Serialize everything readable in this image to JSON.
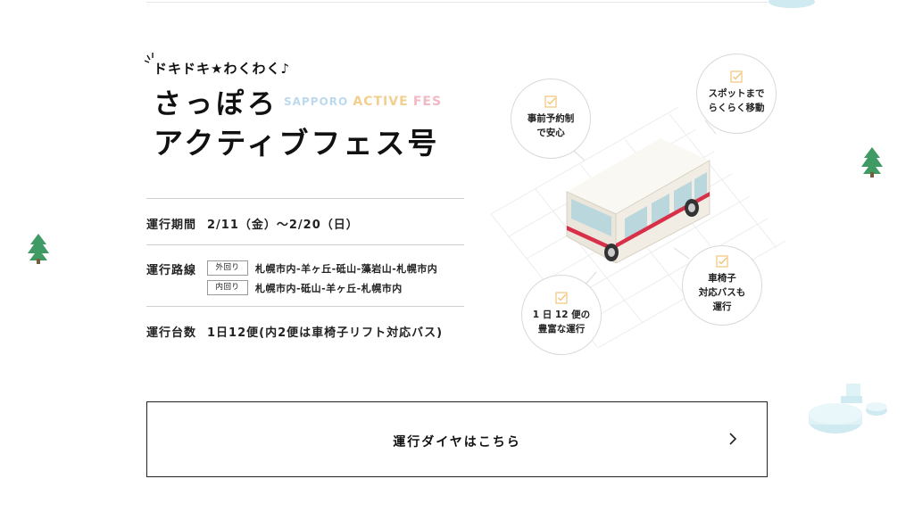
{
  "hero": {
    "tagline": "ドキドキ★わくわく♪",
    "title_line1": "さっぽろ",
    "brand_part1": "SAPPORO",
    "brand_part2": "ACTIVE",
    "brand_part3": "FES",
    "title_line2": "アクティブフェス号"
  },
  "info": {
    "period": {
      "label": "運行期間",
      "value": "2/11（金）～2/20（日）"
    },
    "route": {
      "label": "運行路線",
      "outer": {
        "tag": "外回り",
        "value": "札幌市内-羊ヶ丘-砥山-藻岩山-札幌市内"
      },
      "inner": {
        "tag": "内回り",
        "value": "札幌市内-砥山-羊ヶ丘-札幌市内"
      }
    },
    "buses": {
      "label": "運行台数",
      "value": "1日12便(内2便は車椅子リフト対応バス)"
    }
  },
  "features": [
    {
      "text": "事前予約制\nで安心"
    },
    {
      "text": "スポットまで\nらくらく移動"
    },
    {
      "text": "車椅子\n対応バスも\n運行"
    },
    {
      "text": "1 日 12 便の\n豊富な運行"
    }
  ],
  "cta": {
    "label": "運行ダイヤはこちら"
  },
  "colors": {
    "accent_red": "#d9304a",
    "bus_body": "#f1ede4",
    "bus_window": "#b9d7dc",
    "check": "#f1c57a",
    "tree": "#3f9a63",
    "ice": "#cfeaf0"
  }
}
